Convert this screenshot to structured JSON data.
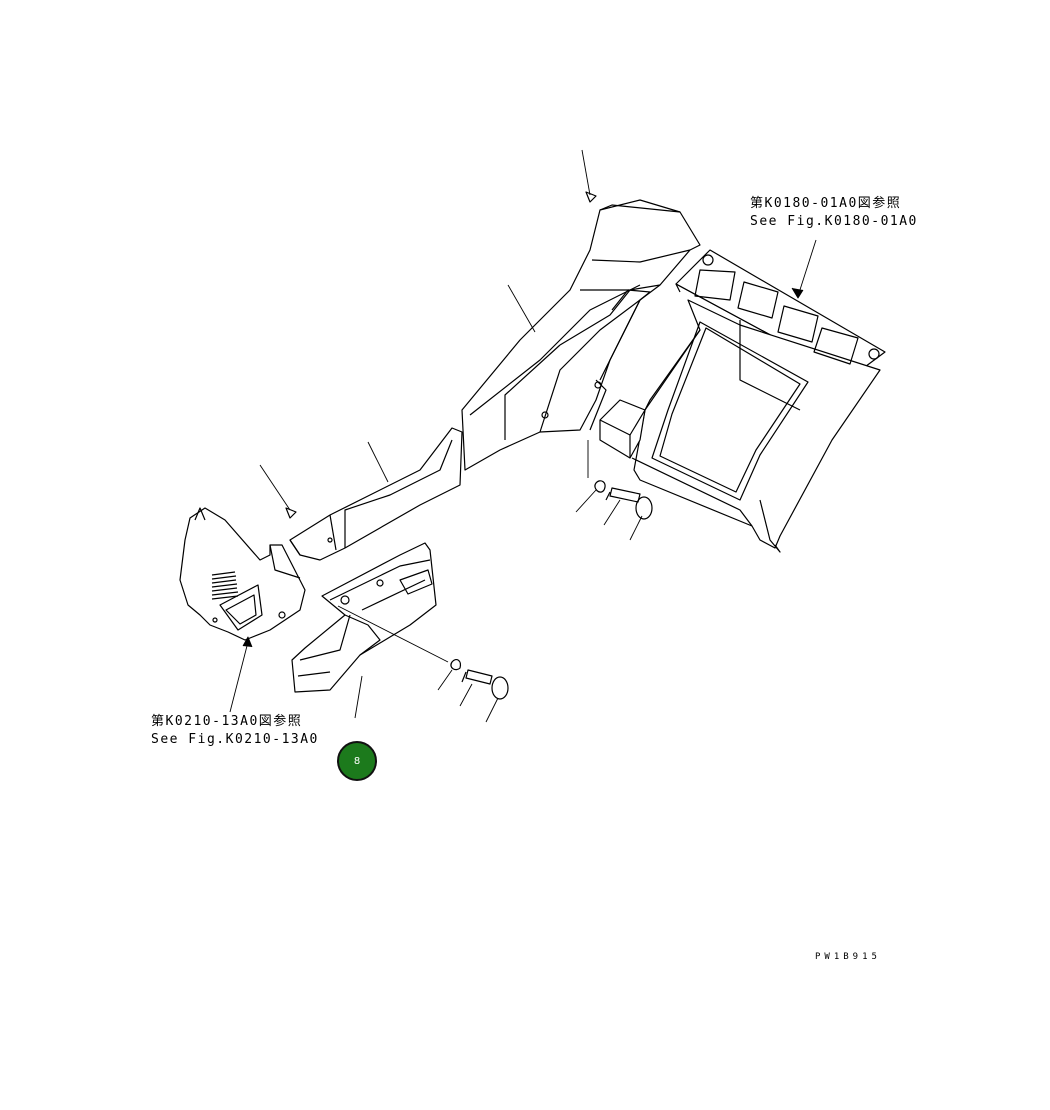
{
  "references": [
    {
      "jp": "第K0180-01A0図参照",
      "en": "See Fig.K0180-01A0"
    },
    {
      "jp": "第K0210-13A0図参照",
      "en": "See Fig.K0210-13A0"
    }
  ],
  "callout": {
    "number": "8",
    "color": "#1c7a1c"
  },
  "drawing_code": "PW1B915"
}
